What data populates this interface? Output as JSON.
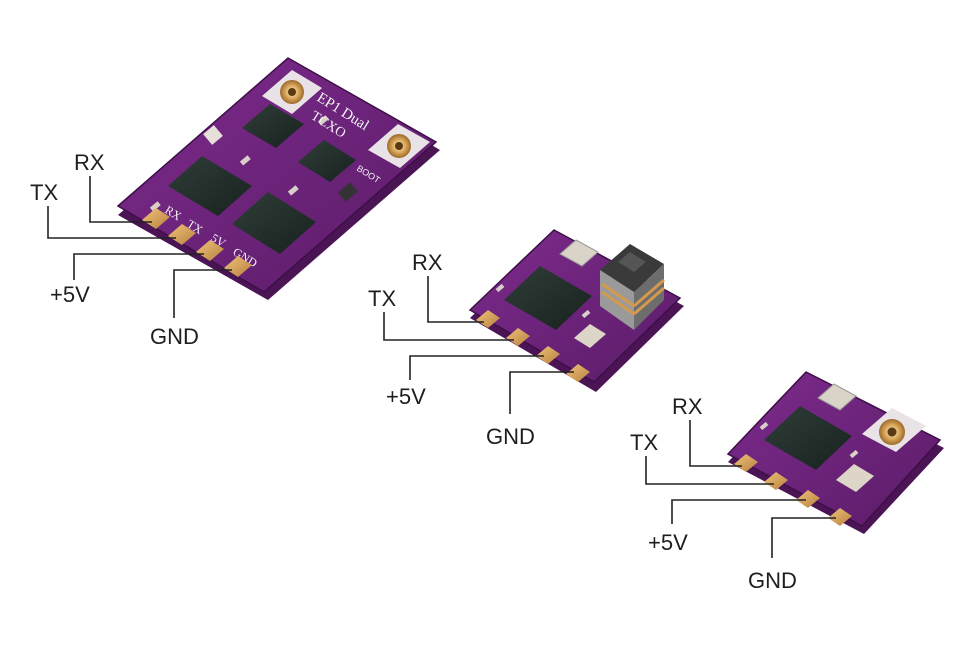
{
  "modules": [
    {
      "silkscreen": {
        "title": "EP1 Dual",
        "subtitle": "TCXO",
        "boot": "BOOT",
        "pads": [
          "RX",
          "TX",
          "5V",
          "GND"
        ]
      },
      "labels": {
        "rx": "RX",
        "tx": "TX",
        "v5": "+5V",
        "gnd": "GND"
      }
    },
    {
      "labels": {
        "rx": "RX",
        "tx": "TX",
        "v5": "+5V",
        "gnd": "GND"
      }
    },
    {
      "labels": {
        "rx": "RX",
        "tx": "TX",
        "v5": "+5V",
        "gnd": "GND"
      }
    }
  ],
  "colors": {
    "background": "#ffffff",
    "pcb": "#6a2478",
    "pcb_edge": "#4a1455",
    "chip": "#1f2b27",
    "pad_gold": "#d7a25a",
    "wire": "#222222",
    "label_text": "#1e1e1e"
  }
}
